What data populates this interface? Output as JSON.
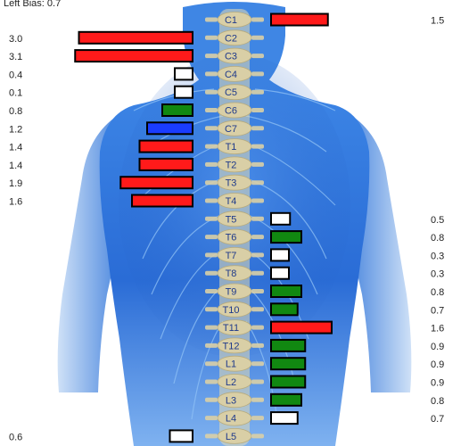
{
  "header": {
    "bias_label": "Left Bias:",
    "bias_value": "0.7"
  },
  "colors": {
    "high": "#ff1a1a",
    "normal": "#118811",
    "low": "#ffffff",
    "left_bias": "#1a3cff",
    "body_tint": "#2a6cd6",
    "spine": "#d9cfa6"
  },
  "icons": {
    "background": "spine-anatomy-illustration"
  },
  "chart_data": {
    "type": "bar",
    "left": [
      {
        "level": "C2",
        "value": 3.0,
        "label": "3.0",
        "status": "high"
      },
      {
        "level": "C3",
        "value": 3.1,
        "label": "3.1",
        "status": "high"
      },
      {
        "level": "C4",
        "value": 0.4,
        "label": "0.4",
        "status": "low"
      },
      {
        "level": "C5",
        "value": 0.1,
        "label": "0.1",
        "status": "low"
      },
      {
        "level": "C6",
        "value": 0.8,
        "label": "0.8",
        "status": "normal"
      },
      {
        "level": "C7",
        "value": 1.2,
        "label": "1.2",
        "status": "left_bias"
      },
      {
        "level": "T1",
        "value": 1.4,
        "label": "1.4",
        "status": "high"
      },
      {
        "level": "T2",
        "value": 1.4,
        "label": "1.4",
        "status": "high"
      },
      {
        "level": "T3",
        "value": 1.9,
        "label": "1.9",
        "status": "high"
      },
      {
        "level": "T4",
        "value": 1.6,
        "label": "1.6",
        "status": "high"
      },
      {
        "level": "L5",
        "value": 0.6,
        "label": "0.6",
        "status": "low"
      }
    ],
    "right": [
      {
        "level": "C1",
        "value": 1.5,
        "label": "1.5",
        "status": "high"
      },
      {
        "level": "T5",
        "value": 0.5,
        "label": "0.5",
        "status": "low"
      },
      {
        "level": "T6",
        "value": 0.8,
        "label": "0.8",
        "status": "normal"
      },
      {
        "level": "T7",
        "value": 0.3,
        "label": "0.3",
        "status": "low"
      },
      {
        "level": "T8",
        "value": 0.3,
        "label": "0.3",
        "status": "low"
      },
      {
        "level": "T9",
        "value": 0.8,
        "label": "0.8",
        "status": "normal"
      },
      {
        "level": "T10",
        "value": 0.7,
        "label": "0.7",
        "status": "normal"
      },
      {
        "level": "T11",
        "value": 1.6,
        "label": "1.6",
        "status": "high"
      },
      {
        "level": "T12",
        "value": 0.9,
        "label": "0.9",
        "status": "normal"
      },
      {
        "level": "L1",
        "value": 0.9,
        "label": "0.9",
        "status": "normal"
      },
      {
        "level": "L2",
        "value": 0.9,
        "label": "0.9",
        "status": "normal"
      },
      {
        "level": "L3",
        "value": 0.8,
        "label": "0.8",
        "status": "normal"
      },
      {
        "level": "L4",
        "value": 0.7,
        "label": "0.7",
        "status": "low"
      }
    ],
    "vertebrae": [
      "C1",
      "C2",
      "C3",
      "C4",
      "C5",
      "C6",
      "C7",
      "T1",
      "T2",
      "T3",
      "T4",
      "T5",
      "T6",
      "T7",
      "T8",
      "T9",
      "T10",
      "T11",
      "T12",
      "L1",
      "L2",
      "L3",
      "L4",
      "L5"
    ]
  }
}
